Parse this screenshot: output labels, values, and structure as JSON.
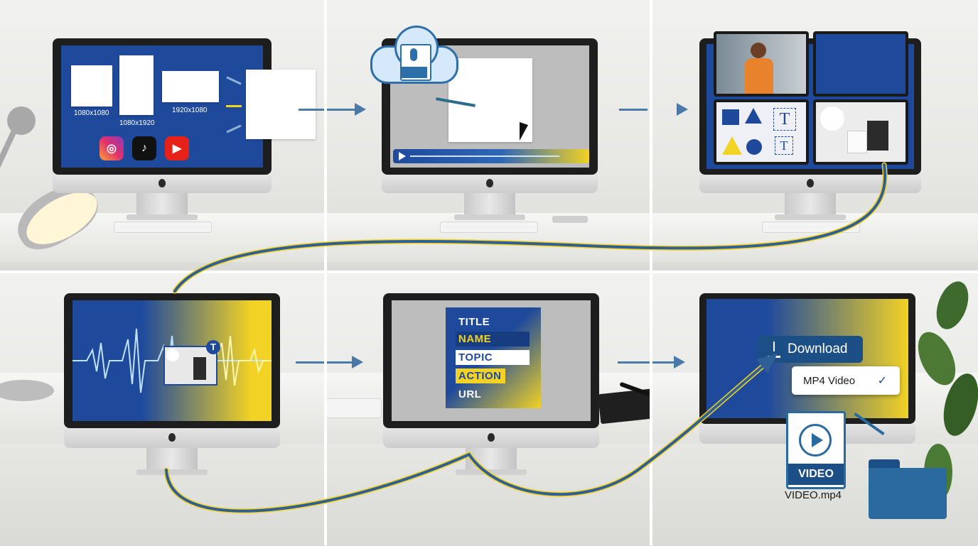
{
  "step1": {
    "sizes": [
      "1080x1080",
      "1080x1920",
      "1920x1080"
    ],
    "platform_icons": [
      "instagram-icon",
      "tiktok-icon",
      "youtube-icon"
    ]
  },
  "step2": {
    "upload_icon": "cloud-microphone-icon",
    "player_icon": "play-icon"
  },
  "step3": {
    "tiles": [
      "person-photo",
      "blue-tile",
      "shapes-and-text-tile",
      "product-photo-tile"
    ]
  },
  "step4": {
    "badge_letter": "T"
  },
  "step5": {
    "fields": [
      "TITLE",
      "NAME",
      "TOPIC",
      "ACTION",
      "URL"
    ]
  },
  "step6": {
    "download_label": "Download",
    "format_option": "MP4 Video",
    "check_mark": "✓",
    "file_badge": "VIDEO",
    "file_name": "VIDEO.mp4"
  },
  "colors": {
    "brand_blue": "#1f4a9c",
    "brand_yellow": "#f2d224",
    "flow_arrow": "#4c7aa8",
    "dark_blue": "#1c4f86"
  }
}
